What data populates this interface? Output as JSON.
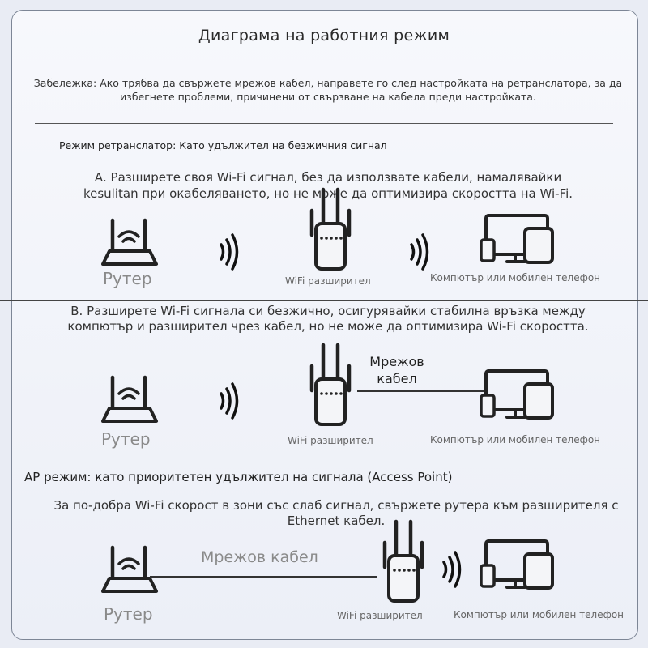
{
  "title": "Диаграма на работния режим",
  "note": "Забележка: Ако трябва да свържете мрежов кабел, направете го след настройката на ретранслатора, за да избегнете проблеми, причинени от свързване на кабела преди настройката.",
  "section_a": {
    "mode_label": "Режим ретранслатор: Като удължител на безжичния сигнал",
    "description_line1": "А. Разширете своя Wi-Fi сигнал, без да използвате кабели, намалявайки",
    "description_line2": "kesulitan при окабеляването, но не може да оптимизира скоростта на Wi-Fi.",
    "router_label": "Рутер",
    "extender_label": "WiFi разширител",
    "devices_label": "Компютър или мобилен телефон"
  },
  "section_b": {
    "description_line1": "B. Разширете Wi-Fi сигнала си безжично, осигурявайки стабилна връзка между",
    "description_line2": "компютър и разширител чрез кабел, но не може да оптимизира Wi-Fi скоростта.",
    "cable_label_line1": "Мрежов",
    "cable_label_line2": "кабел",
    "router_label": "Рутер",
    "extender_label": "WiFi разширител",
    "devices_label": "Компютър или мобилен телефон"
  },
  "section_ap": {
    "mode_label": "AP режим: като приоритетен удължител на сигнала (Access Point)",
    "description_line1": "За по-добра Wi-Fi скорост в зони със слаб сигнал, свържете рутера към разширителя с",
    "description_line2": "Ethernet кабел.",
    "cable_label": "Мрежов кабел",
    "router_label": "Рутер",
    "extender_label": "WiFi разширител",
    "devices_label": "Компютър или мобилен телефон"
  },
  "icons": {
    "router": "router-icon",
    "wifi_waves": "wifi-waves-icon",
    "extender": "wifi-extender-icon",
    "devices": "monitor-phone-tablet-icon"
  },
  "colors": {
    "background": "#e9ecf4",
    "stroke": "#222222",
    "muted_label": "#8a8a8a"
  }
}
